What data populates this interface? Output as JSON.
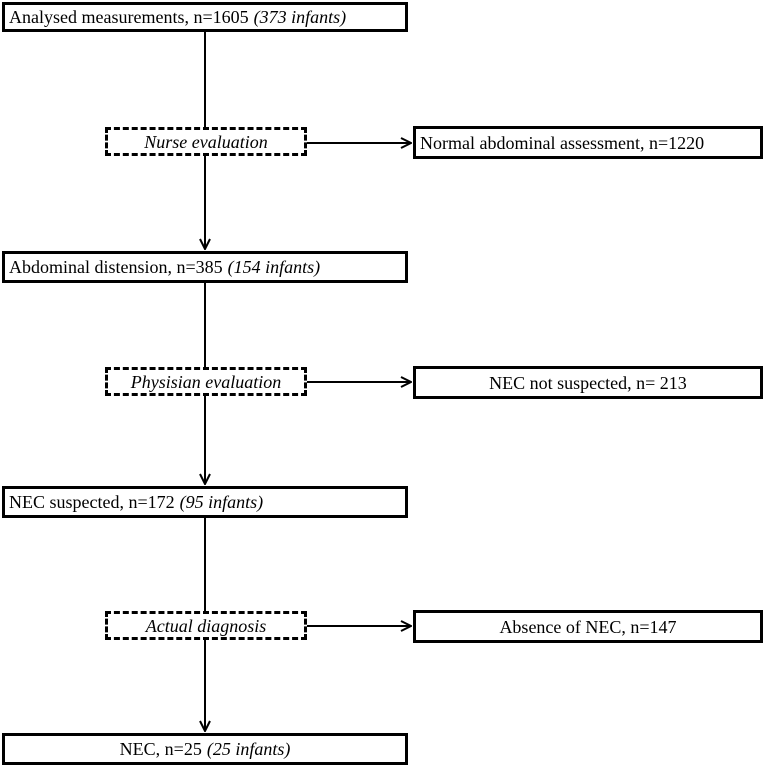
{
  "nodes": {
    "analysed": {
      "label": "Analysed measurements, n=1605",
      "infants": "(373 infants)"
    },
    "nurse_evaluation": {
      "label": "Nurse evaluation"
    },
    "normal": {
      "label": "Normal abdominal assessment, n=1220"
    },
    "distension": {
      "label": "Abdominal distension, n=385",
      "infants": "(154 infants)"
    },
    "physician_evaluation": {
      "label": "Physisian evaluation"
    },
    "not_suspected": {
      "label": "NEC not suspected, n= 213"
    },
    "suspected": {
      "label": "NEC suspected, n=172",
      "infants": "(95 infants)"
    },
    "actual_diagnosis": {
      "label": "Actual diagnosis"
    },
    "absence": {
      "label": "Absence of NEC, n=147"
    },
    "nec": {
      "label": "NEC, n=25",
      "infants": "(25 infants)"
    }
  },
  "edges": [
    {
      "from": "analysed",
      "to": "distension"
    },
    {
      "from": "nurse_evaluation",
      "to": "normal"
    },
    {
      "from": "distension",
      "to": "suspected"
    },
    {
      "from": "physician_evaluation",
      "to": "not_suspected"
    },
    {
      "from": "suspected",
      "to": "nec"
    },
    {
      "from": "actual_diagnosis",
      "to": "absence"
    }
  ]
}
